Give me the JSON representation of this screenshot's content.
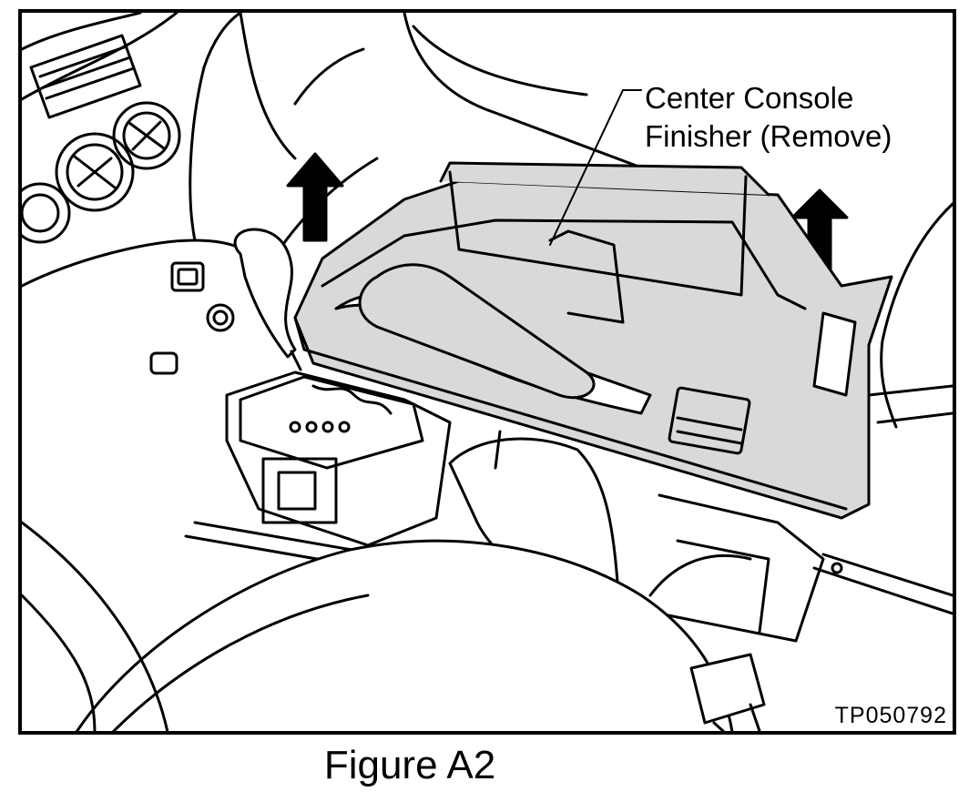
{
  "callout": {
    "line1": "Center Console",
    "line2": "Finisher (Remove)"
  },
  "figure_code": "TP050792",
  "caption": "Figure A2",
  "colors": {
    "line": "#000000",
    "finisher_fill": "#d9d9d9",
    "background": "#ffffff"
  }
}
